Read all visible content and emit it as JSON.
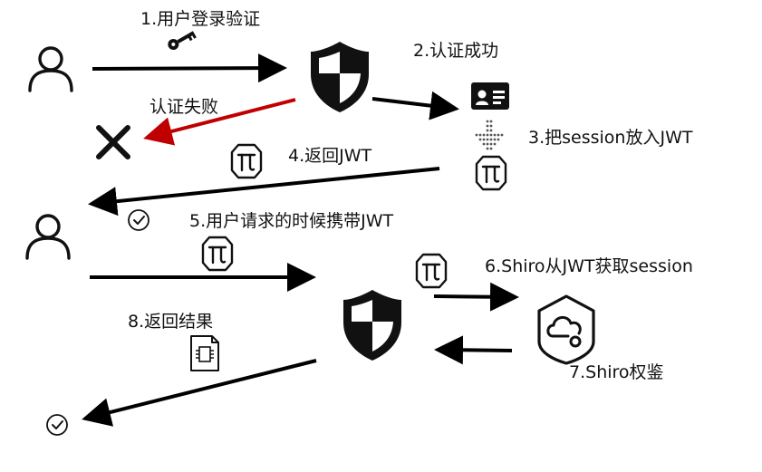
{
  "steps": {
    "s1": "1.用户登录验证",
    "s2": "2.认证成功",
    "s3": "3.把session放入JWT",
    "s4": "4.返回JWT",
    "s5": "5.用户请求的时候携带JWT",
    "s6": "6.Shiro从JWT获取session",
    "s7": "7.Shiro权鉴",
    "s8": "8.返回结果",
    "fail": "认证失败"
  },
  "colors": {
    "arrow": "#000000",
    "fail_arrow": "#c00000",
    "icon": "#111111"
  },
  "icons": {
    "user": "user-icon",
    "key": "key-icon",
    "shield": "shield-icon",
    "id_card": "id-card-icon",
    "cross": "cross-icon",
    "jwt_token": "jwt-token-icon",
    "check": "check-circle-icon",
    "document": "document-icon",
    "shiro": "shiro-icon"
  }
}
